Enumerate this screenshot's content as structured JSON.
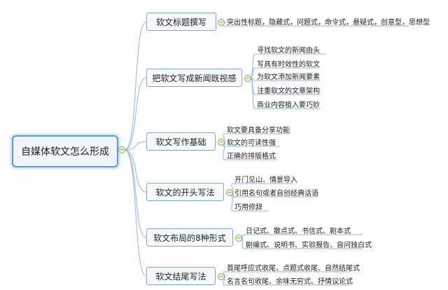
{
  "root": {
    "label": "自媒体软文怎么形成"
  },
  "branches": [
    {
      "label": "软文标题撰写",
      "leaves": [
        "突出性标题，隐藏式，问题式，命令式，悬疑式，创意型，思想型"
      ]
    },
    {
      "label": "把软文写成新闻既视感",
      "leaves": [
        "寻找软文的新闻由头",
        "写具有时效性的软文",
        "为软文添加新闻要素",
        "注重软文的文章架构",
        "商业内容植入要巧妙"
      ]
    },
    {
      "label": "软文写作基础",
      "leaves": [
        "软文要具备分享功能",
        "软文的可读性强",
        "正确的排版格式"
      ]
    },
    {
      "label": "软文的开头写法",
      "leaves": [
        "开门见山、情景导入",
        "引用名句或者自创经典话语",
        "巧用修辞"
      ]
    },
    {
      "label": "软文布局的8种形式",
      "leaves": [
        "日记式、散点式、书信式、剧本式",
        "剧编式、说明书、实验报告、自问独白式"
      ]
    },
    {
      "label": "软文结尾写法",
      "leaves": [
        "首尾呼应式收尾、点题式收尾、自然结尾式",
        "名言名句收尾、余味无穷式、抒情议论式"
      ]
    }
  ],
  "colors": {
    "connector": "#8fb4dc",
    "box_border": "#7aa7d6",
    "collapse": "#7ab04a"
  }
}
